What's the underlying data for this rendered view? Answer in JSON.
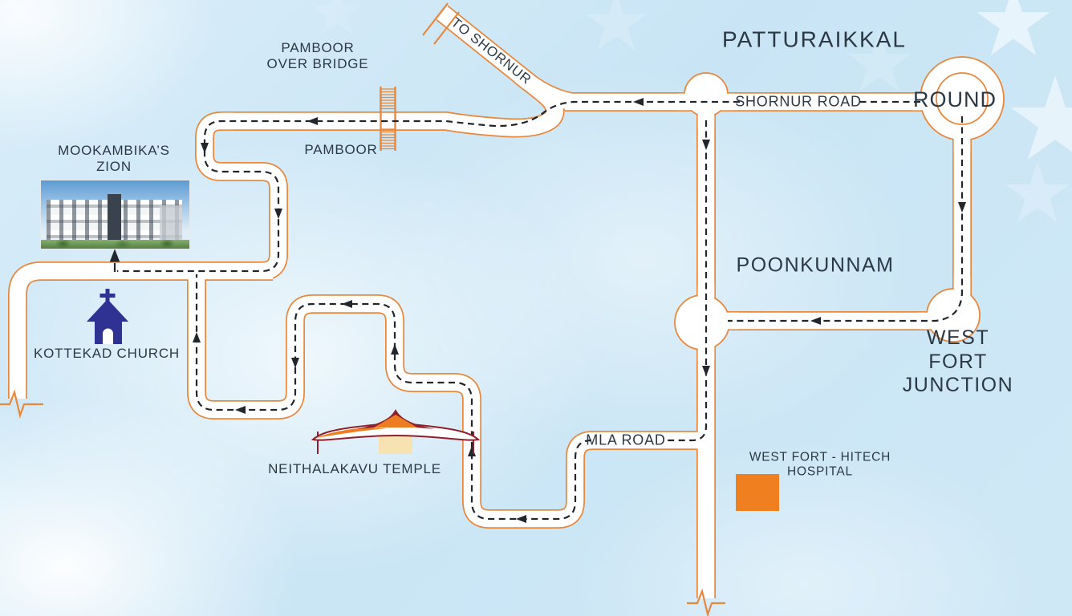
{
  "labels": {
    "patturaikkal": "PATTURAIKKAL",
    "round": "ROUND",
    "shornur_road": "SHORNUR ROAD",
    "to_shornur": "TO SHORNUR",
    "pamboor_over_bridge": "PAMBOOR\nOVER BRIDGE",
    "pamboor": "PAMBOOR",
    "poonkunnam": "POONKUNNAM",
    "west_fort_junction": "WEST FORT JUNCTION",
    "mla_road": "MLA ROAD",
    "mookambikas_zion": "MOOKAMBIKA’S\nZION",
    "kottekad_church": "KOTTEKAD CHURCH",
    "neithalakavu_temple": "NEITHALAKAVU TEMPLE",
    "west_fort_hospital": "WEST FORT - HITECH\nHOSPITAL"
  },
  "icons": {
    "church": "church-icon",
    "temple": "temple-icon",
    "hospital": "hospital-square-icon",
    "building_photo": "apartment-building-photo",
    "roundabout": "roundabout-icon",
    "rail_overbridge": "overbridge-hatch-icon",
    "route_arrow": "route-direction-arrow",
    "road_break": "road-continues-break-mark",
    "star": "background-star"
  },
  "colors": {
    "bg-blue": "#c9e5f5",
    "road-casing": "#e8883c",
    "road-fill": "#ffffff",
    "route-dash": "#20262b",
    "label-text": "#2c3945",
    "church-blue": "#2f3193",
    "temple-maroon": "#8e1f2c",
    "temple-orange": "#ee7d22",
    "temple-cream": "#f7e3b2",
    "hospital-orange": "#f0801f",
    "star-white": "#ffffff"
  }
}
